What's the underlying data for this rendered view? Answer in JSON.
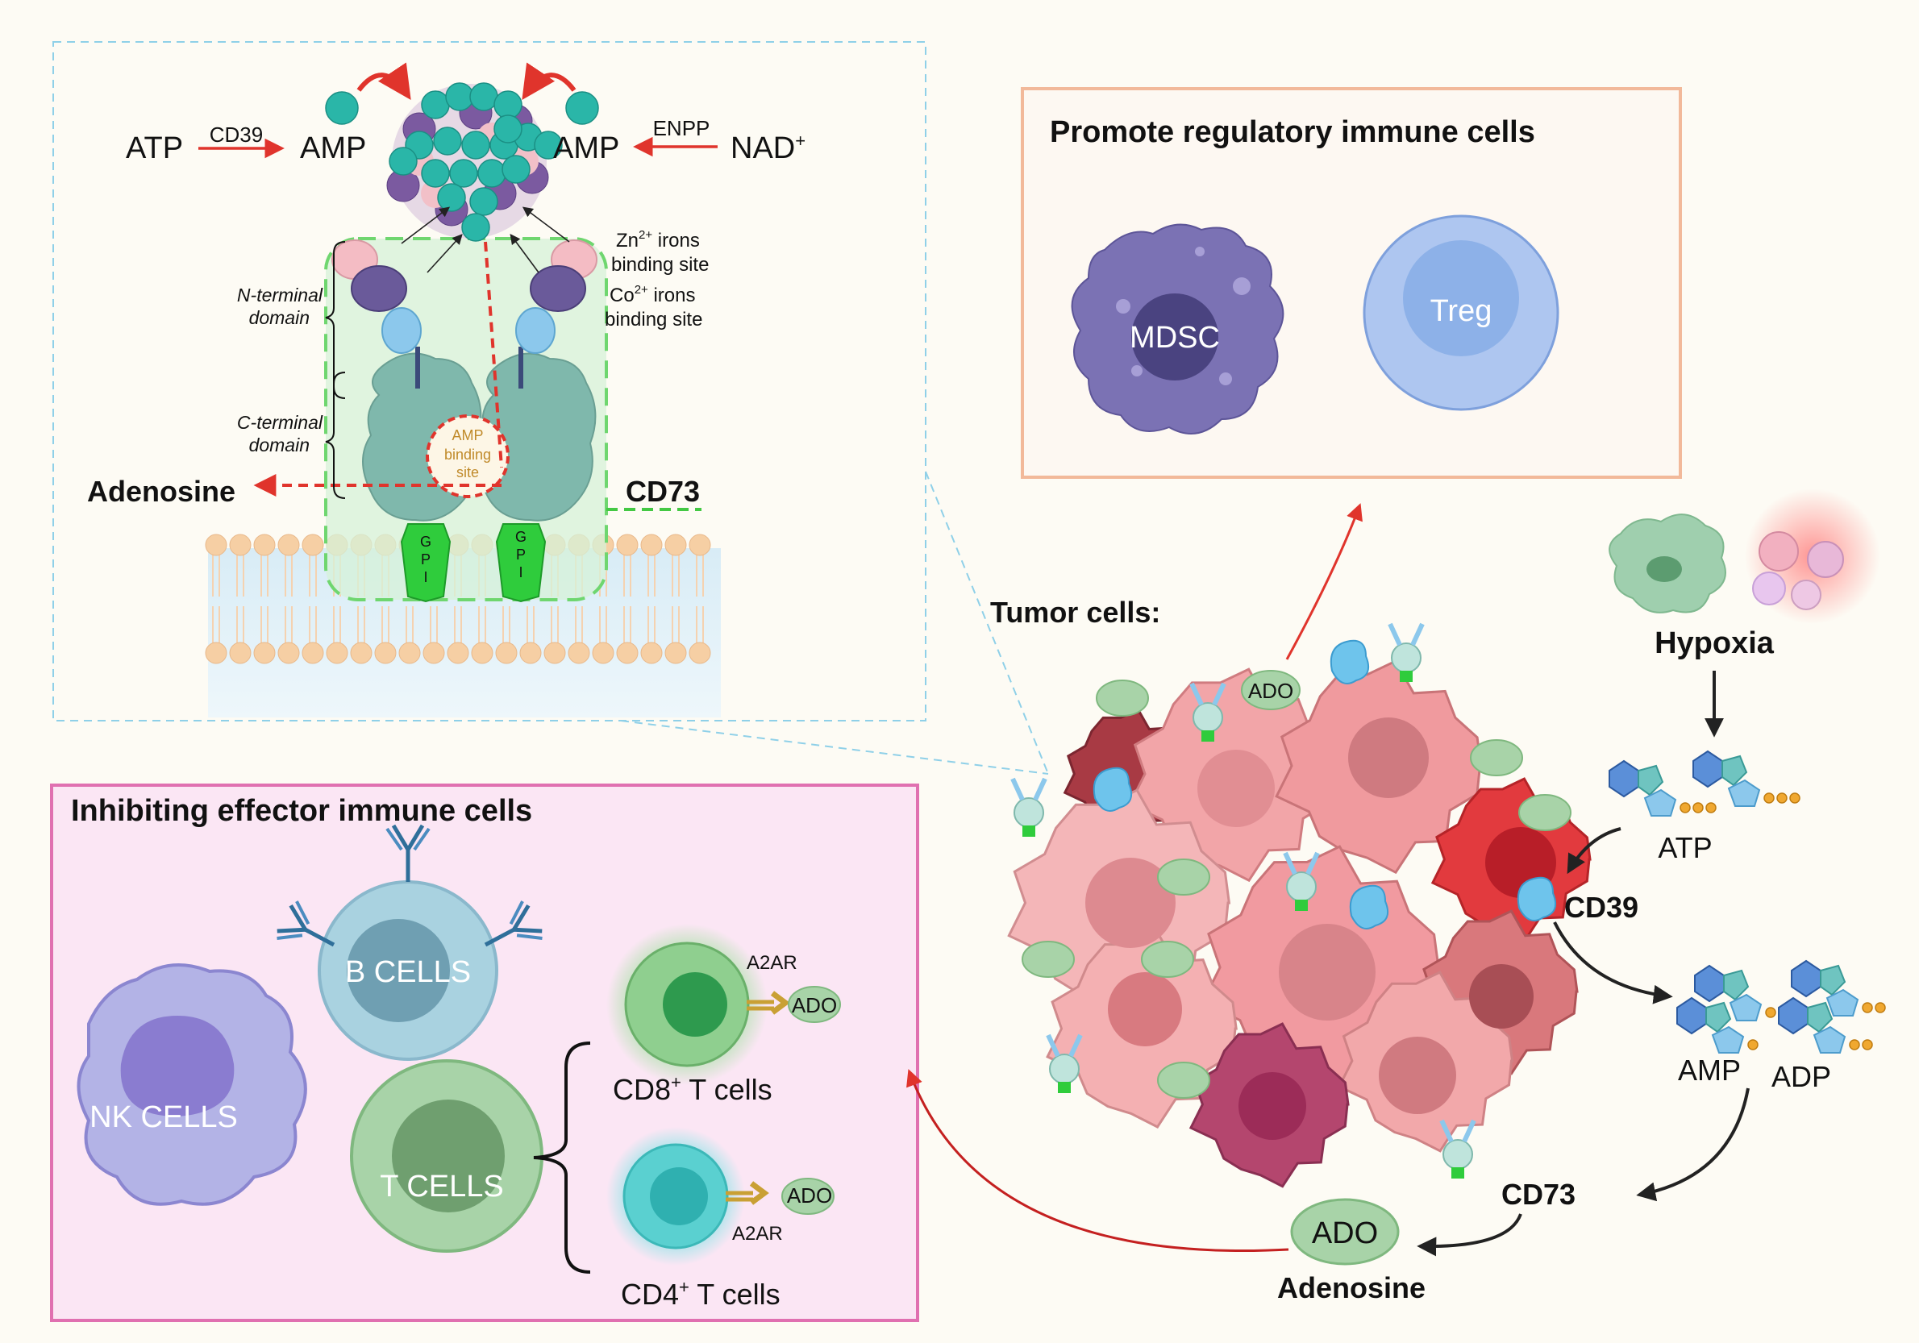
{
  "top_panel": {
    "atp": "ATP",
    "cd39": "CD39",
    "amp_left": "AMP",
    "amp_right": "AMP",
    "enpp": "ENPP",
    "nad": "NAD",
    "nad_sup": "+",
    "zn_line1_pre": "Zn",
    "zn_sup": "2+",
    "zn_line1_post": " irons",
    "zn_line2": "binding site",
    "co_line1_pre": "Co",
    "co_sup": "2+",
    "co_line1_post": " irons",
    "co_line2": "binding site",
    "n_terminal_1": "N-terminal",
    "n_terminal_2": "domain",
    "c_terminal_1": "C-terminal",
    "c_terminal_2": "domain",
    "amp_site_1": "AMP",
    "amp_site_2": "binding",
    "amp_site_3": "site",
    "adenosine": "Adenosine",
    "cd73": "CD73",
    "gpi_letters": [
      "G",
      "P",
      "I"
    ]
  },
  "regulatory_panel": {
    "title": "Promote regulatory immune cells",
    "mdsc": "MDSC",
    "treg": "Treg"
  },
  "effector_panel": {
    "title": "Inhibiting effector immune cells",
    "b_cells": "B CELLS",
    "nk_cells": "NK CELLS",
    "t_cells": "T CELLS",
    "a2ar_top": "A2AR",
    "a2ar_bottom": "A2AR",
    "ado_top": "ADO",
    "ado_bottom": "ADO",
    "cd8_pre": "CD8",
    "cd8_sup": "+",
    "cd8_post": " T cells",
    "cd4_pre": "CD4",
    "cd4_sup": "+",
    "cd4_post": " T cells"
  },
  "pathway": {
    "tumor_cells": "Tumor cells:",
    "tumor_ado": "ADO",
    "hypoxia": "Hypoxia",
    "atp": "ATP",
    "cd39": "CD39",
    "amp": "AMP",
    "adp": "ADP",
    "cd73": "CD73",
    "ado": "ADO",
    "adenosine": "Adenosine"
  },
  "colors": {
    "background": "#fdfbf4",
    "red_arrow": "#e0342c",
    "dark_red_arrow": "#c42020",
    "regulatory_border": "#f2b99a",
    "effector_border": "#e070b0",
    "dashed_frame": "#8fd0e8",
    "cd73_dash": "#43c843"
  }
}
